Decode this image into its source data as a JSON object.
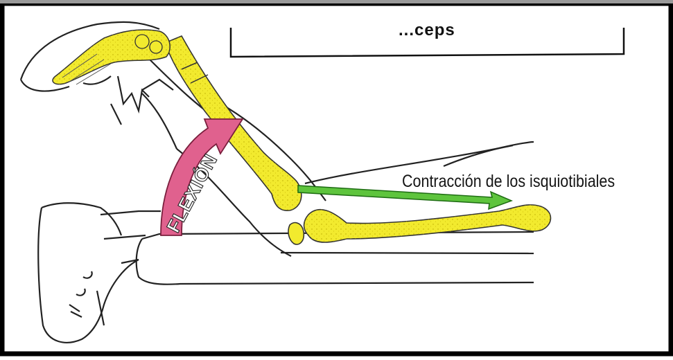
{
  "caption_box": {
    "text": "...ceps"
  },
  "labels": {
    "flexion": "FLEXIÓN",
    "contraction": "Contracción de los isquiotibiales"
  },
  "colors": {
    "frame": "#000000",
    "bone_fill": "#f2ea2e",
    "flexion_arrow": "#e0618e",
    "contraction_arrow": "#5ec43d",
    "line": "#222222"
  }
}
